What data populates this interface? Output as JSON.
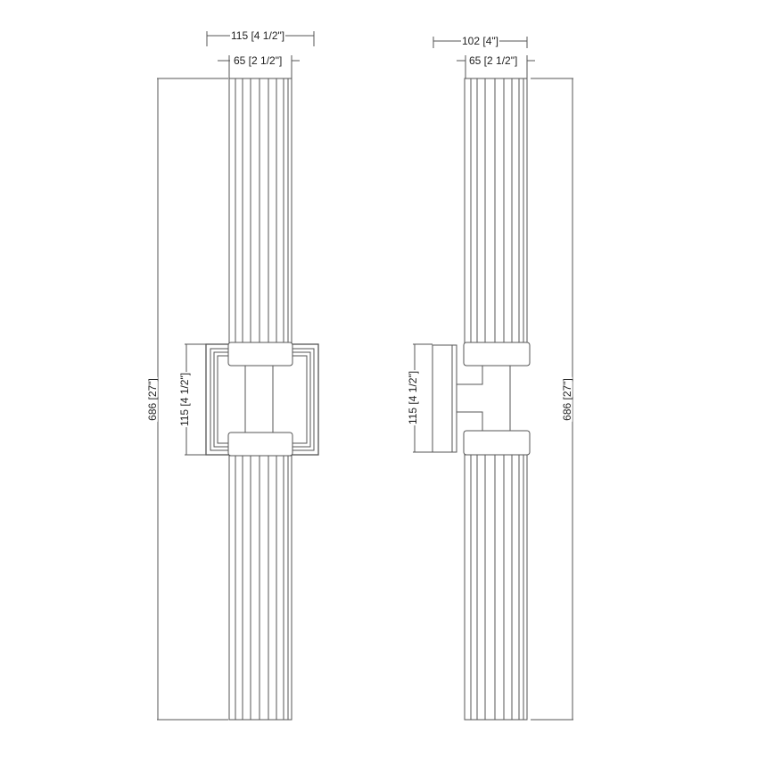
{
  "diagram": {
    "type": "technical-dimension-drawing",
    "views": [
      {
        "name": "front-view",
        "dimensions": {
          "overall_width": "115 [4 1/2\"]",
          "column_width": "65 [2 1/2\"]",
          "overall_height": "686 [27\"]",
          "backplate_height": "115 [4 1/2\"]"
        }
      },
      {
        "name": "side-view",
        "dimensions": {
          "overall_depth": "102 [4\"]",
          "column_width": "65 [2 1/2\"]",
          "overall_height": "686 [27\"]",
          "backplate_height": "115 [4 1/2\"]"
        }
      }
    ],
    "colors": {
      "line": "#555555",
      "background": "#ffffff",
      "text": "#222222"
    }
  }
}
